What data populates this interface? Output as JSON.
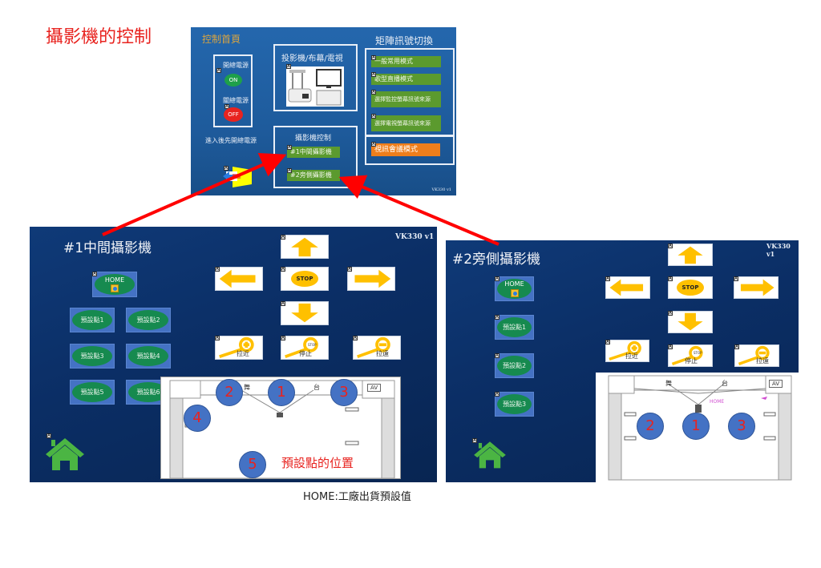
{
  "page_title": "攝影機的控制",
  "footer_note": "HOME:工廠出貨預設值",
  "colors": {
    "title_red": "#e8231f",
    "panel_blue": "#1e5b9c",
    "camera_panel_navy": "#0b2e65",
    "green_button": "#5b9a2e",
    "orange_button": "#ee7e1b",
    "preset_green": "#168a4f",
    "preset_frame_blue": "#4472c4",
    "arrow_yellow": "#ffc000",
    "home_icon_green": "#4bb543",
    "callout_arrow_red": "#ff0000"
  },
  "badge_glyph": "A",
  "home_panel": {
    "title": "控制首頁",
    "power": {
      "on_label": "開總電源",
      "on_button": "ON",
      "off_label": "關總電源",
      "off_button": "OFF",
      "note": "進入後先開總電源"
    },
    "projector_section": {
      "title": "投影機/布幕/電視",
      "image_icon": "projector-screen-tv-image"
    },
    "camera_section": {
      "title": "攝影機控制",
      "buttons": [
        "#1中間攝影機",
        "#2旁側攝影機"
      ]
    },
    "matrix_section": {
      "title": "矩陣訊號切換",
      "buttons": [
        "一般常用模式",
        "歌型直播模式",
        "選擇監控螢幕訊號來源",
        "選擇電視螢幕訊號來源"
      ],
      "conference_button": "視訊會議模式"
    },
    "exit_icon": "exit-door-icon",
    "version": "VK330 v1"
  },
  "camera1": {
    "title": "#1中間攝影機",
    "version": "VK330 v1",
    "home_button": "HOME",
    "presets": [
      "預設點1",
      "預設點2",
      "預設點3",
      "預設點4",
      "預設點5",
      "預設點6"
    ],
    "controls": {
      "up": "arrow-up-icon",
      "left": "arrow-left-icon",
      "stop": "STOP",
      "right": "arrow-right-icon",
      "down": "arrow-down-icon",
      "zoom_in": "拉近",
      "zoom_stop": "停止",
      "zoom_stop_badge": "STOP",
      "zoom_out": "拉遠"
    },
    "map": {
      "stage_labels": [
        "舞",
        "台"
      ],
      "av_label": "AV",
      "positions": [
        "1",
        "2",
        "3",
        "4",
        "5"
      ],
      "caption": "預設點的位置"
    }
  },
  "camera2": {
    "title": "#2旁側攝影機",
    "version": "VK330 v1",
    "home_button": "HOME",
    "presets": [
      "預設點1",
      "預設點2",
      "預設點3"
    ],
    "controls": {
      "stop": "STOP",
      "zoom_in": "拉近",
      "zoom_stop": "停止",
      "zoom_stop_badge": "STOP",
      "zoom_out": "拉遠"
    },
    "map": {
      "stage_labels": [
        "舞",
        "台"
      ],
      "av_label": "AV",
      "home_marker": "HOME",
      "positions": [
        "1",
        "2",
        "3"
      ]
    }
  }
}
